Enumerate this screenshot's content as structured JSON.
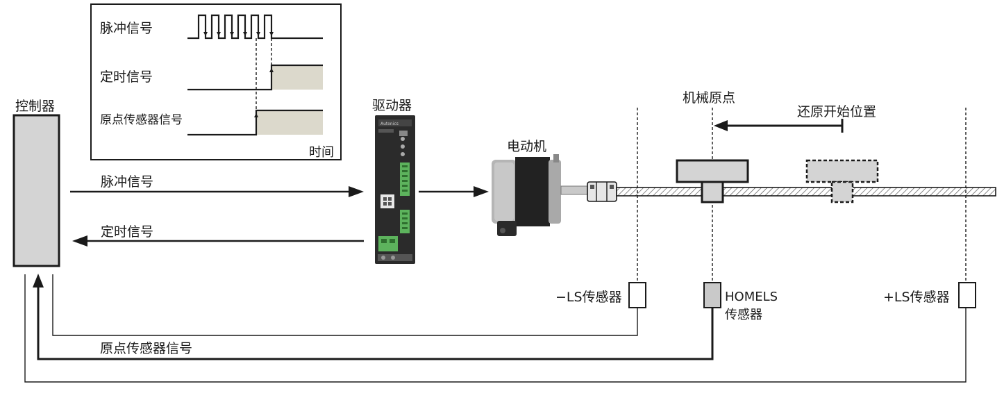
{
  "timing_chart": {
    "pulse_label": "脉冲信号",
    "timing_label": "定时信号",
    "origin_label": "原点传感器信号",
    "time_label": "时间"
  },
  "controller": {
    "label": "控制器"
  },
  "driver": {
    "label": "驱动器"
  },
  "motor": {
    "label": "电动机"
  },
  "signals": {
    "pulse": "脉冲信号",
    "timing": "定时信号",
    "origin": "原点传感器信号"
  },
  "mechanism": {
    "mechanical_origin": "机械原点",
    "return_start": "还原开始位置"
  },
  "sensors": {
    "minus_ls": "−LS传感器",
    "homels_line1": "HOMELS",
    "homels_line2": "传感器",
    "plus_ls": "+LS传感器"
  },
  "colors": {
    "box_fill": "#d4d4d4",
    "signal_fill": "#dcd9cc",
    "driver_body": "#2b2b2b",
    "terminal_green": "#5db35d",
    "line": "#1a1a1a"
  }
}
